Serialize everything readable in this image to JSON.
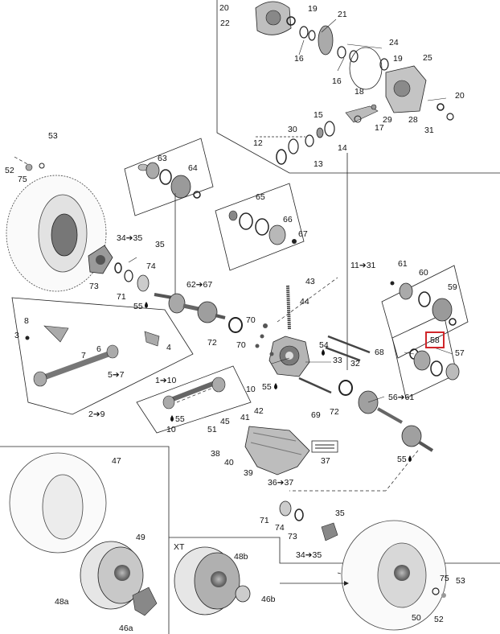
{
  "diagram": {
    "highlight_color": "#d0262a",
    "line_color": "#222222",
    "labels": {
      "l20a": "20",
      "l22": "22",
      "l19a": "19",
      "l21": "21",
      "l16a": "16",
      "l24": "24",
      "l16b": "16",
      "l19b": "19",
      "l25": "25",
      "l18": "18",
      "l20b": "20",
      "l15": "15",
      "l29": "29",
      "l17": "17",
      "l28": "28",
      "l31": "31",
      "l30": "30",
      "l14": "14",
      "l12": "12",
      "l13": "13",
      "l53a": "53",
      "l52a": "52",
      "l75a": "75",
      "l63": "63",
      "l64": "64",
      "l65": "65",
      "l66": "66",
      "l67": "67",
      "l34a": "34➔35",
      "l35a": "35",
      "l74a": "74",
      "l73a": "73",
      "l71a": "71",
      "l55a": "55",
      "l62": "62➔67",
      "l43": "43",
      "l44": "44",
      "l11": "11➔31",
      "l61": "61",
      "l60": "60",
      "l59": "59",
      "l58": "58",
      "l57": "57",
      "l8": "8",
      "l3": "3",
      "l4": "4",
      "l7": "7",
      "l6": "6",
      "l5": "5➔7",
      "l70a": "70",
      "l70b": "70",
      "l72a": "72",
      "l54": "54",
      "l33": "33",
      "l68": "68",
      "l32": "32",
      "l1": "1➔10",
      "l10a": "10",
      "l55b": "55",
      "l72b": "72",
      "l56": "56➔61",
      "l2": "2➔9",
      "l10b": "10",
      "l55c": "55",
      "l51": "51",
      "l45": "45",
      "l41": "41",
      "l42": "42",
      "l69": "69",
      "l55d": "55",
      "l38": "38",
      "l40": "40",
      "l39": "39",
      "l37": "37",
      "l36": "36➔37",
      "l47": "47",
      "l49": "49",
      "l48a": "48a",
      "l46a": "46a",
      "lXT": "XT",
      "l48b": "48b",
      "l46b": "46b",
      "l71b": "71",
      "l74b": "74",
      "l73b": "73",
      "l35b": "35",
      "l34b": "34➔35",
      "l75b": "75",
      "l53b": "53",
      "l50": "50",
      "l52b": "52"
    }
  }
}
